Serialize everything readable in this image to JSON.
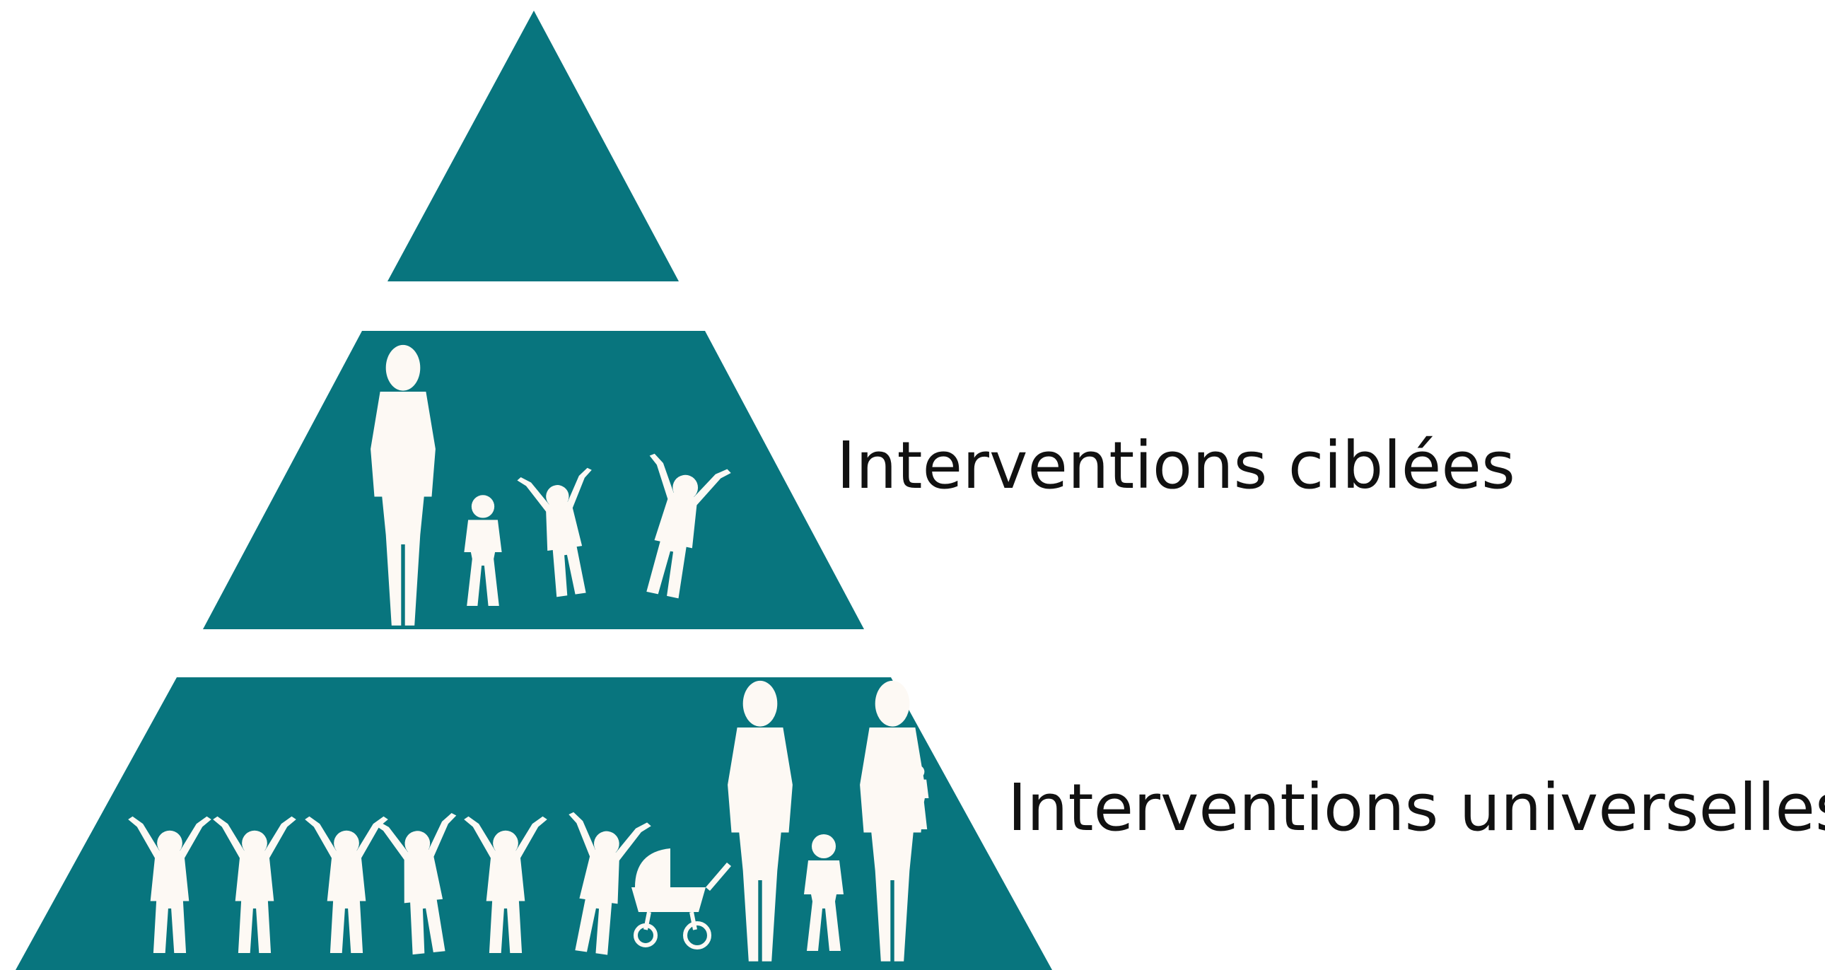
{
  "colors": {
    "tier_fill": "#08757e",
    "figure_fill": "#fdf9f4",
    "figure_stroke": "#ffffff",
    "label_text": "#111111"
  },
  "tiers": [
    {
      "id": "top",
      "label": ""
    },
    {
      "id": "middle",
      "label": "Interventions ciblées",
      "figures": [
        "adult-figure",
        "child-figure",
        "child-figure",
        "child-figure"
      ]
    },
    {
      "id": "bottom",
      "label": "Interventions universelles",
      "figures": [
        "child-figure",
        "child-figure",
        "child-figure",
        "child-figure",
        "child-figure",
        "child-figure",
        "stroller-icon",
        "adult-figure",
        "child-figure",
        "adult-figure"
      ]
    }
  ]
}
